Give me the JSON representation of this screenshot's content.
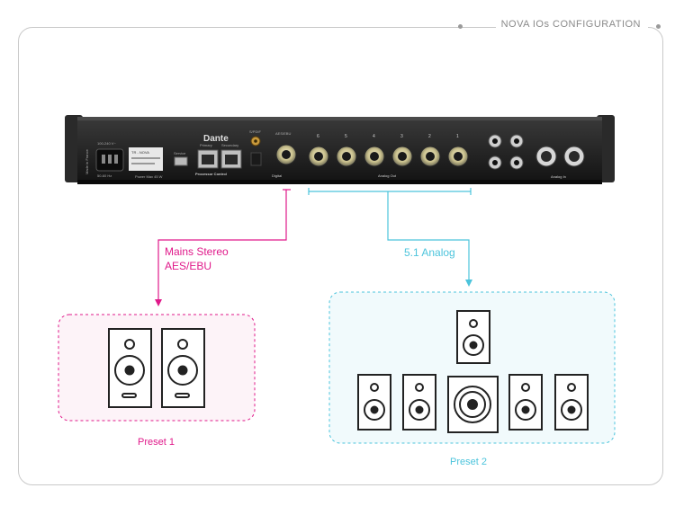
{
  "header": {
    "title": "NOVA IOs CONFIGURATION"
  },
  "device": {
    "brand": "Dante",
    "voltage": "100-240 V~",
    "frequency": "50-60 Hz",
    "made_in": "Made in France",
    "power": "Power Max 45 W",
    "model": "TR - NOVA",
    "service": "Service",
    "primary": "Primary",
    "secondary": "Secondary",
    "processor_control": "Processor Control",
    "spdif": "S/PDIF",
    "aes_ebu": "AES/EBU",
    "digital": "Digital",
    "analog_out": "Analog Out",
    "analog_in": "Analog In",
    "out_channels": [
      "6",
      "5",
      "4",
      "3",
      "2",
      "1"
    ]
  },
  "routes": {
    "stereo": {
      "line1": "Mains Stereo",
      "line2": "AES/EBU",
      "color": "#e0198a"
    },
    "analog": {
      "label": "5.1 Analog",
      "color": "#4cc4dc"
    }
  },
  "presets": {
    "preset1": {
      "label": "Preset 1"
    },
    "preset2": {
      "label": "Preset 2"
    }
  }
}
